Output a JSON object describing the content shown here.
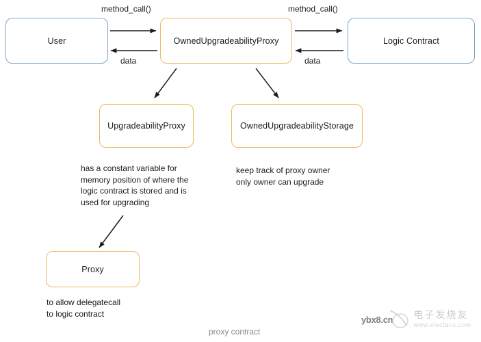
{
  "diagram": {
    "caption": "proxy contract",
    "colors": {
      "blue_border": "#7da7c4",
      "orange_border": "#f0b860",
      "arrow": "#1b1b1b",
      "text": "#1b1b1b",
      "caption_text": "#8a8a8a",
      "background": "#ffffff"
    },
    "nodes": [
      {
        "id": "user",
        "label": "User",
        "style": "blue"
      },
      {
        "id": "owned-upgradeability-proxy",
        "label": "OwnedUpgradeabilityProxy",
        "style": "orange"
      },
      {
        "id": "logic-contract",
        "label": "Logic Contract",
        "style": "blue"
      },
      {
        "id": "upgradeability-proxy",
        "label": "UpgradeabilityProxy",
        "style": "orange"
      },
      {
        "id": "owned-upgradeability-storage",
        "label": "OwnedUpgradeabilityStorage",
        "style": "orange"
      },
      {
        "id": "proxy",
        "label": "Proxy",
        "style": "orange"
      }
    ],
    "edge_labels": [
      {
        "id": "left-method-call",
        "text": "method_call()"
      },
      {
        "id": "left-data",
        "text": "data"
      },
      {
        "id": "right-method-call",
        "text": "method_call()"
      },
      {
        "id": "right-data",
        "text": "data"
      }
    ],
    "notes": [
      {
        "id": "upgradeability-proxy-note",
        "text": "has a constant variable for\nmemory position of where the\nlogic contract is stored and is\nused for upgrading"
      },
      {
        "id": "owned-upgradeability-storage-note",
        "text": "keep track of proxy owner\nonly owner can upgrade"
      },
      {
        "id": "proxy-note",
        "text": "to allow delegatecall\nto logic contract"
      }
    ],
    "watermark": {
      "site": "ybx8.cn",
      "brand_cn": "电子发烧友",
      "brand_url": "www.elecfans.com"
    }
  }
}
